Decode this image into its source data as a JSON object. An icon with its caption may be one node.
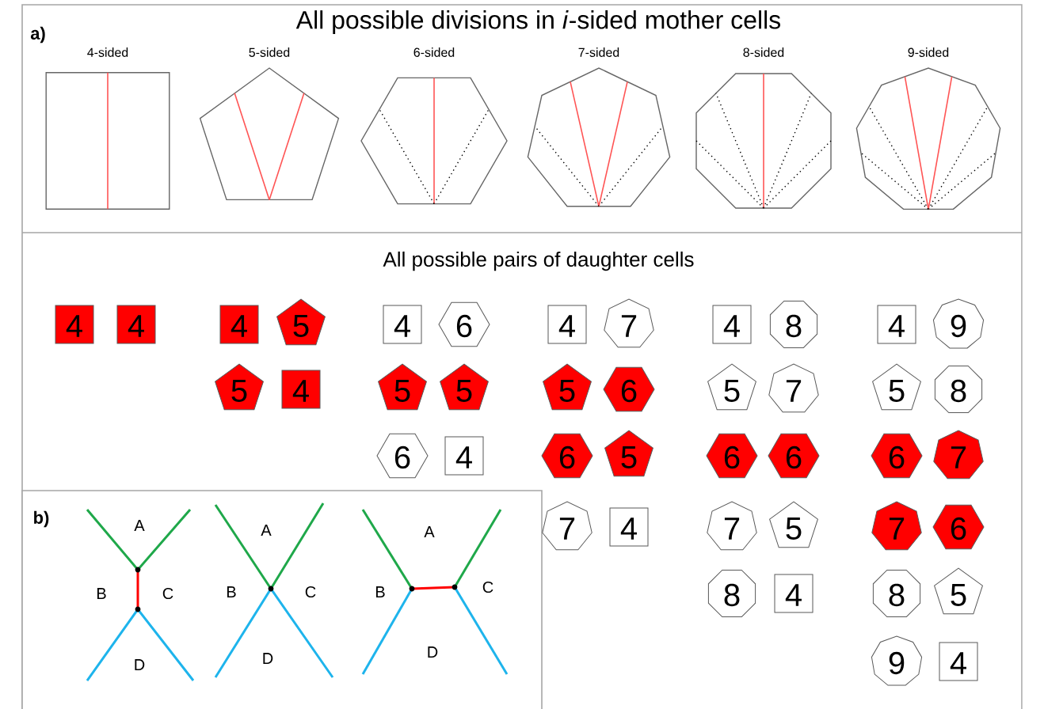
{
  "diagram": {
    "title": "All possible divisions in *i*-sided mother cells",
    "nodes": [
      {
        "text": [],
        "shape": "box",
        "beside": [
          "4-sided"
        ]
      },
      {
        "text": [],
        "shape": "pentagon",
        "beside": [
          "5-sided"
        ]
      },
      {
        "text": [],
        "shape": "hexagon",
        "beside": [
          "6-sided"
        ]
      },
      {
        "text": [],
        "shape": "heptagon",
        "beside": [
          "7-sided"
        ]
      },
      {
        "text": [],
        "shape": "octagon",
        "beside": [
          "8-sided"
        ]
      },
      {
        "text": [],
        "shape": "nonagon",
        "beside": [
          "9-sided"
        ]
      },
      {
        "text": [
          "4"
        ]
      },
      {
        "text": [
          "4"
        ]
      },
      {
        "text": [
          "4"
        ]
      },
      {
        "text": [
          "5"
        ]
      },
      {
        "text": [
          "4"
        ]
      },
      {
        "text": [
          "6"
        ]
      },
      {
        "text": [
          "4"
        ]
      },
      {
        "text": [
          "7"
        ]
      },
      {
        "text": [
          "4"
        ]
      },
      {
        "text": [
          "8"
        ]
      },
      {
        "text": [
          "4"
        ]
      },
      {
        "text": [
          "9"
        ]
      },
      {
        "text": [
          "5"
        ]
      },
      {
        "text": [
          "4"
        ]
      },
      {
        "text": [
          "5"
        ]
      },
      {
        "text": [
          "5"
        ]
      },
      {
        "text": [
          "5"
        ]
      },
      {
        "text": [
          "6"
        ]
      },
      {
        "text": [
          "5"
        ]
      },
      {
        "text": [
          "7"
        ]
      },
      {
        "text": [
          "5"
        ]
      },
      {
        "text": [
          "8"
        ]
      },
      {
        "text": [
          "6"
        ]
      },
      {
        "text": [
          "4"
        ]
      },
      {
        "text": [
          "6"
        ]
      },
      {
        "text": [
          "5"
        ]
      },
      {
        "text": [
          "6"
        ]
      },
      {
        "text": [
          "6"
        ]
      },
      {
        "text": [
          "6"
        ]
      },
      {
        "text": [
          "7"
        ]
      },
      {
        "text": [
          "7"
        ]
      },
      {
        "text": [
          "4"
        ]
      },
      {
        "text": [
          "7"
        ]
      },
      {
        "text": [
          "5"
        ]
      },
      {
        "text": [
          "7"
        ]
      },
      {
        "text": [
          "6"
        ]
      },
      {
        "text": [
          "8"
        ]
      },
      {
        "text": [
          "4"
        ]
      },
      {
        "text": [
          "8"
        ]
      },
      {
        "text": [
          "5"
        ]
      },
      {
        "text": [
          "9"
        ]
      },
      {
        "text": [
          "4"
        ]
      }
    ],
    "labels": [
      "a)",
      "All possible pairs of daughter cells",
      "b)",
      "A",
      "B",
      "C",
      "D",
      "A",
      "B",
      "C",
      "D",
      "A",
      "B",
      "C",
      "D"
    ]
  }
}
